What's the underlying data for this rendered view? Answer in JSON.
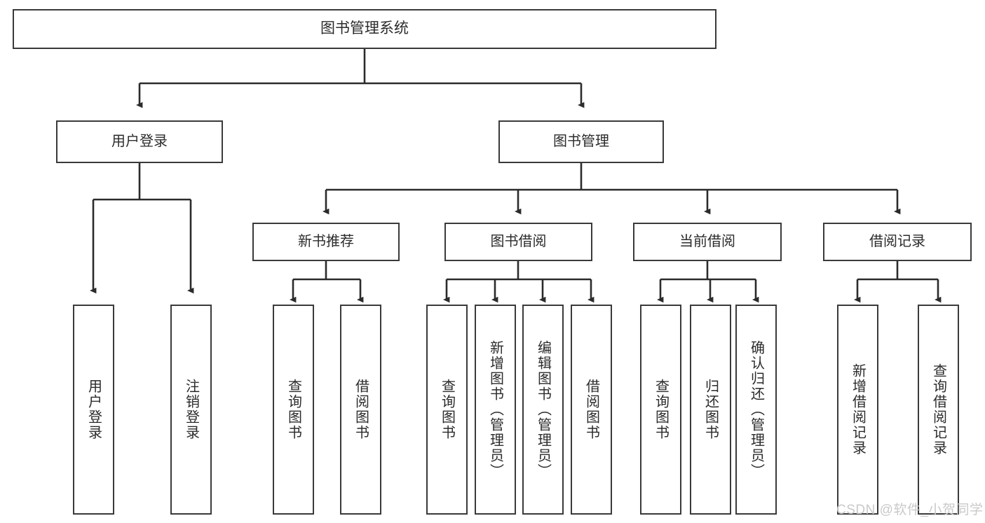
{
  "diagram": {
    "title": "图书管理系统",
    "type": "tree-hierarchy",
    "colors": {
      "box_border": "#3a3a3a",
      "box_fill": "#ffffff",
      "text": "#2b2b2b",
      "connector": "#2b2b2b",
      "watermark": "#c9c9c9",
      "background": "#ffffff"
    },
    "root": {
      "label": "图书管理系统"
    },
    "level2": [
      {
        "id": "user-login",
        "label": "用户登录"
      },
      {
        "id": "book-manage",
        "label": "图书管理"
      }
    ],
    "level3": [
      {
        "id": "new-book-recommend",
        "label": "新书推荐",
        "parent": "book-manage"
      },
      {
        "id": "book-borrow",
        "label": "图书借阅",
        "parent": "book-manage"
      },
      {
        "id": "current-borrow",
        "label": "当前借阅",
        "parent": "book-manage"
      },
      {
        "id": "borrow-record",
        "label": "借阅记录",
        "parent": "book-manage"
      }
    ],
    "leaves": [
      {
        "id": "leaf-user-login",
        "label": "用户登录",
        "parent": "user-login"
      },
      {
        "id": "leaf-logout",
        "label": "注销登录",
        "parent": "user-login"
      },
      {
        "id": "leaf-query-book-1",
        "label": "查询图书",
        "parent": "new-book-recommend"
      },
      {
        "id": "leaf-borrow-book-1",
        "label": "借阅图书",
        "parent": "new-book-recommend"
      },
      {
        "id": "leaf-query-book-2",
        "label": "查询图书",
        "parent": "book-borrow"
      },
      {
        "id": "leaf-add-book",
        "label": "新增图书（管理员）",
        "parent": "book-borrow"
      },
      {
        "id": "leaf-edit-book",
        "label": "编辑图书（管理员）",
        "parent": "book-borrow"
      },
      {
        "id": "leaf-borrow-book-2",
        "label": "借阅图书",
        "parent": "book-borrow"
      },
      {
        "id": "leaf-query-book-3",
        "label": "查询图书",
        "parent": "current-borrow"
      },
      {
        "id": "leaf-return-book",
        "label": "归还图书",
        "parent": "current-borrow"
      },
      {
        "id": "leaf-confirm-return",
        "label": "确认归还（管理员）",
        "parent": "current-borrow"
      },
      {
        "id": "leaf-add-record",
        "label": "新增借阅记录",
        "parent": "borrow-record"
      },
      {
        "id": "leaf-query-record",
        "label": "查询借阅记录",
        "parent": "borrow-record"
      }
    ],
    "watermark": "CSDN @软件_小贺同学"
  }
}
